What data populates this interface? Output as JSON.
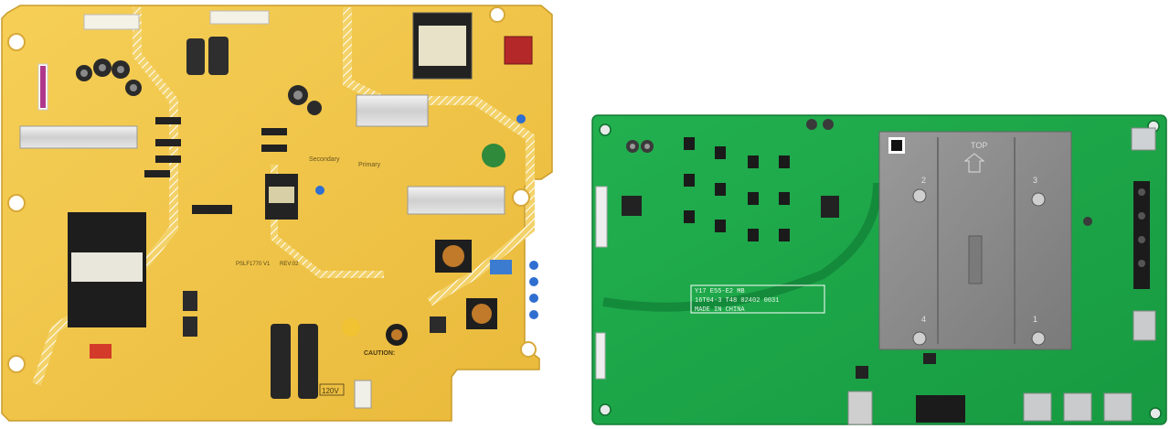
{
  "power_board": {
    "part_number": "PSLF1770 V1",
    "rev": "REV:02",
    "voltage_label": "120V",
    "zone_secondary": "Secondary",
    "zone_primary": "Primary",
    "caution_label": "CAUTION:"
  },
  "main_board": {
    "model_line": "Y17 E55-E2 MB",
    "code_line": "16T04-3   T48 02402 0031",
    "origin_line": "MADE IN CHINA",
    "heatsink_top": "TOP",
    "mount_numbers": [
      "2",
      "3",
      "4",
      "1"
    ]
  },
  "colors": {
    "background": "#ffffff",
    "power_pcb": "#f2c54a",
    "main_pcb": "#1fa84a",
    "heatsink": "#8c8c8c"
  }
}
